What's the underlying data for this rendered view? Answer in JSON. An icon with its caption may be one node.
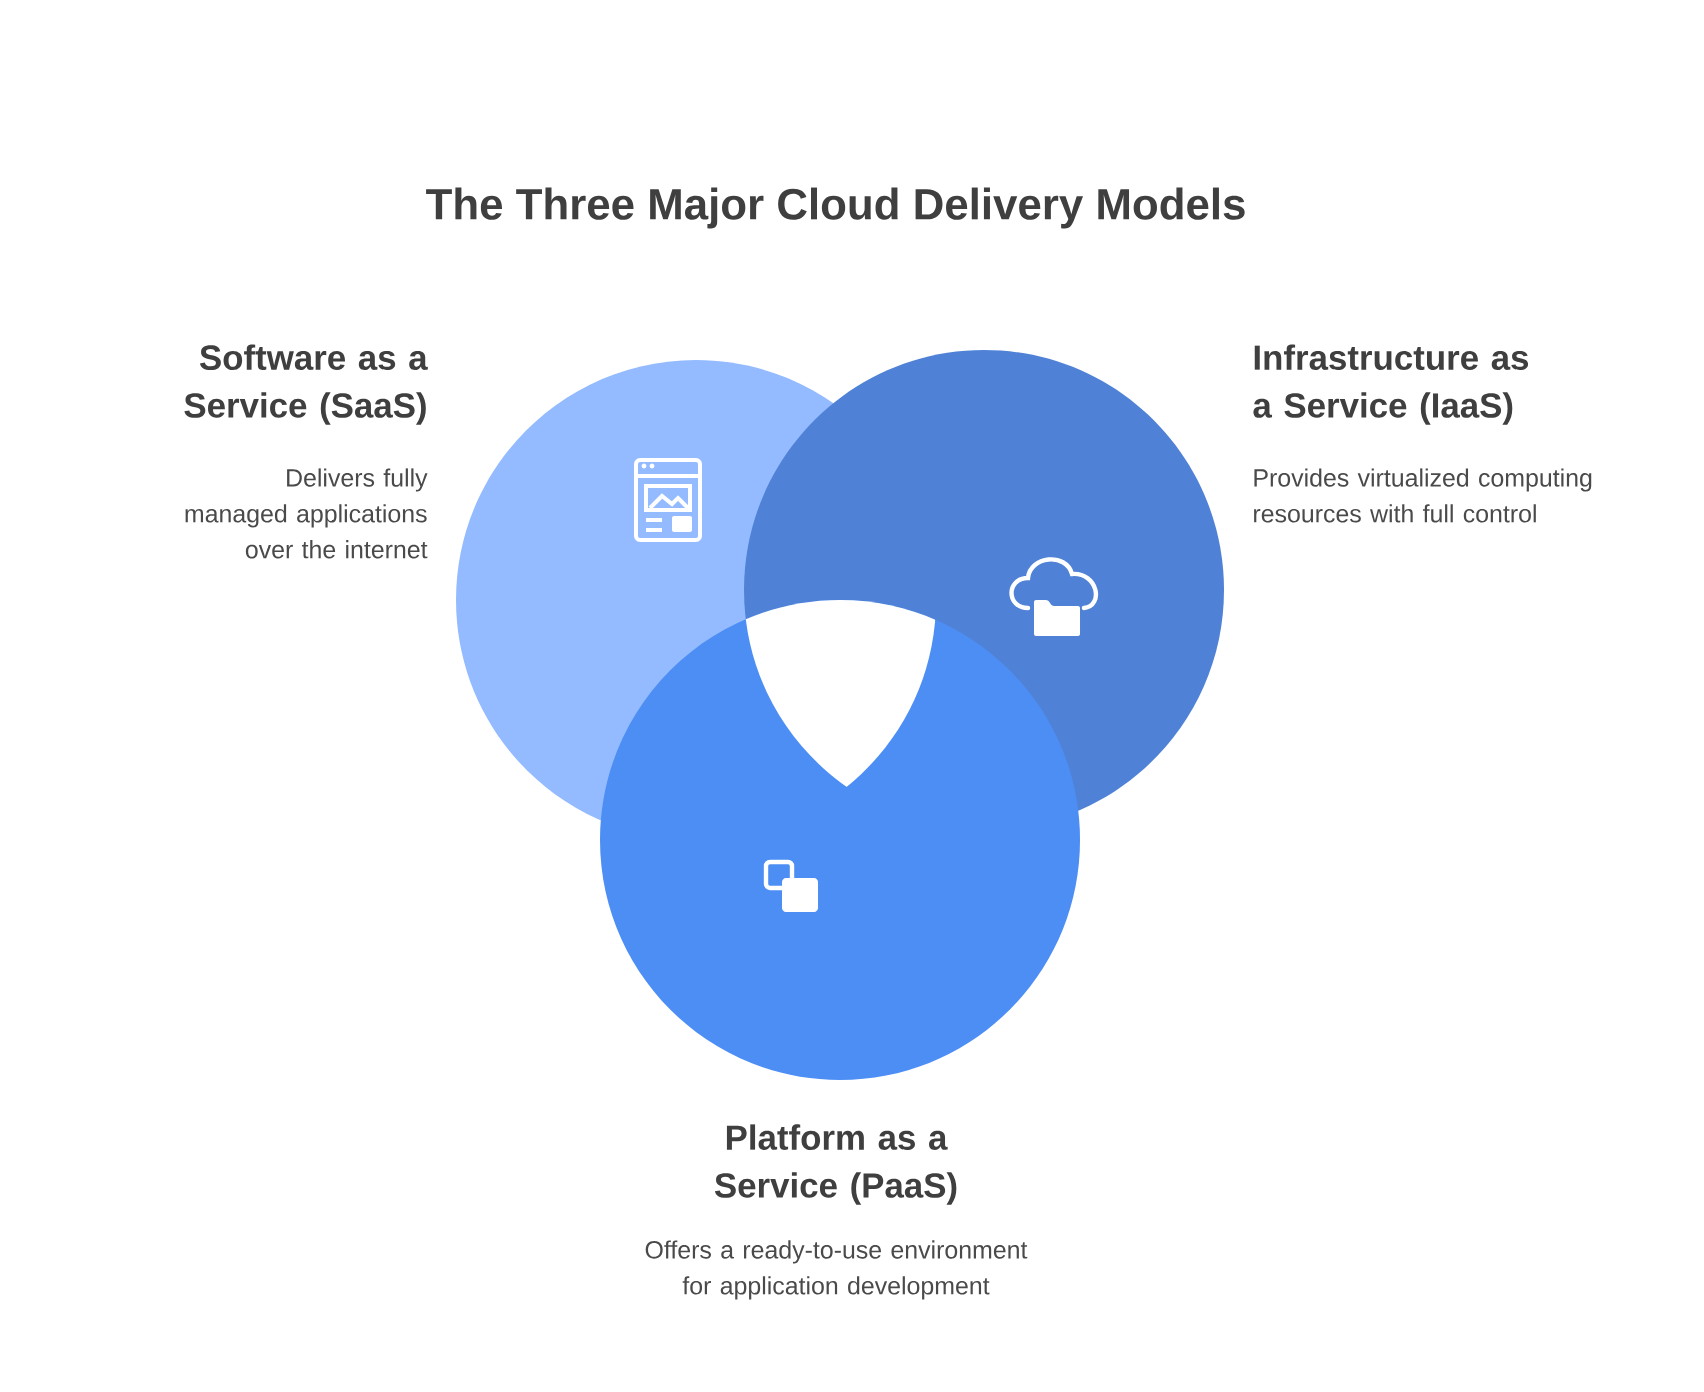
{
  "diagram": {
    "title": "The Three Major Cloud Delivery Models",
    "nodes": [
      {
        "text": [
          "Software as a Service (SaaS)",
          "Delivers fully managed applications over the internet"
        ]
      },
      {
        "text": [
          "Infrastructure as a Service (IaaS)",
          "Provides virtualized computing resources with full control"
        ]
      },
      {
        "text": [
          "Platform as a Service (PaaS)",
          "Offers a ready-to-use environment for application development"
        ]
      }
    ]
  }
}
